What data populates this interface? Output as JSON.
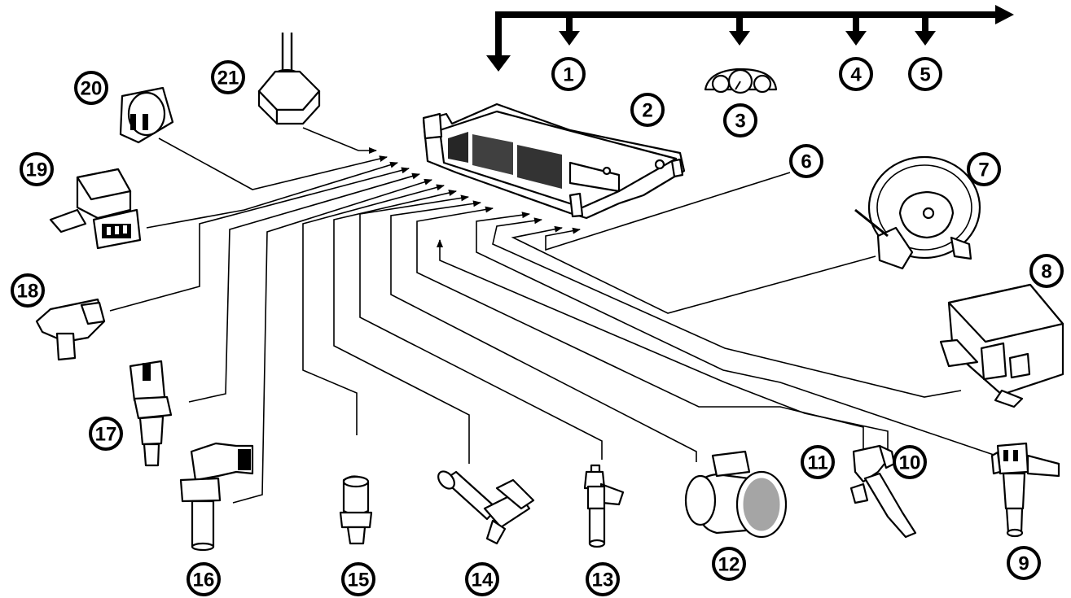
{
  "diagram": {
    "colors": {
      "line": "#000000",
      "background": "#ffffff"
    },
    "callouts": [
      {
        "id": "1",
        "label": "1"
      },
      {
        "id": "2",
        "label": "2"
      },
      {
        "id": "3",
        "label": "3"
      },
      {
        "id": "4",
        "label": "4"
      },
      {
        "id": "5",
        "label": "5"
      },
      {
        "id": "6",
        "label": "6"
      },
      {
        "id": "7",
        "label": "7"
      },
      {
        "id": "8",
        "label": "8"
      },
      {
        "id": "9",
        "label": "9"
      },
      {
        "id": "10",
        "label": "10"
      },
      {
        "id": "11",
        "label": "11"
      },
      {
        "id": "12",
        "label": "12"
      },
      {
        "id": "13",
        "label": "13"
      },
      {
        "id": "14",
        "label": "14"
      },
      {
        "id": "15",
        "label": "15"
      },
      {
        "id": "16",
        "label": "16"
      },
      {
        "id": "17",
        "label": "17"
      },
      {
        "id": "18",
        "label": "18"
      },
      {
        "id": "19",
        "label": "19"
      },
      {
        "id": "20",
        "label": "20"
      },
      {
        "id": "21",
        "label": "21"
      }
    ],
    "parts": [
      {
        "id": "2",
        "icon": "engine-control-module-icon"
      },
      {
        "id": "3",
        "icon": "instrument-cluster-icon"
      },
      {
        "id": "7",
        "icon": "steering-wheel-icon"
      },
      {
        "id": "8",
        "icon": "control-module-box-icon"
      },
      {
        "id": "9",
        "icon": "sensor-icon"
      },
      {
        "id": "11",
        "icon": "accelerator-pedal-icon"
      },
      {
        "id": "12",
        "icon": "mass-air-flow-sensor-icon"
      },
      {
        "id": "13",
        "icon": "position-sensor-icon"
      },
      {
        "id": "14",
        "icon": "injector-icon"
      },
      {
        "id": "15",
        "icon": "pressure-switch-icon"
      },
      {
        "id": "16",
        "icon": "crankshaft-sensor-icon"
      },
      {
        "id": "17",
        "icon": "temperature-sender-icon"
      },
      {
        "id": "18",
        "icon": "camshaft-sensor-icon"
      },
      {
        "id": "19",
        "icon": "map-sensor-icon"
      },
      {
        "id": "20",
        "icon": "switch-icon"
      },
      {
        "id": "21",
        "icon": "pressure-sensor-icon"
      }
    ]
  }
}
